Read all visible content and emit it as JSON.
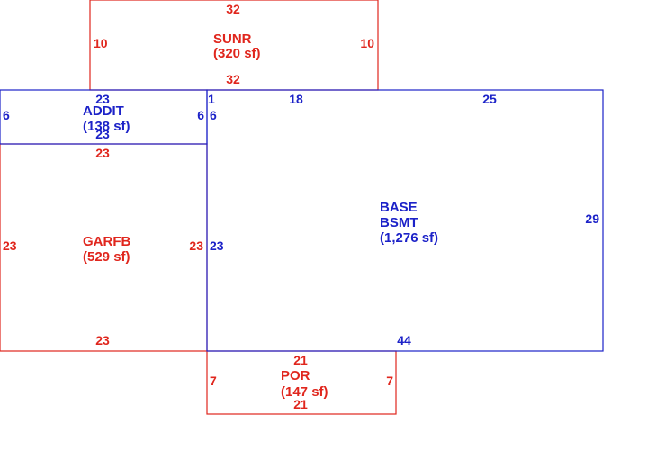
{
  "colors": {
    "red": "#e0261d",
    "blue": "#1c22c8",
    "background": "#ffffff"
  },
  "areas": {
    "sunr": {
      "name": "SUNR",
      "area": "(320 sf)",
      "color": "red",
      "dims": {
        "top": "32",
        "bottom": "32",
        "left": "10",
        "right": "10"
      }
    },
    "addit": {
      "name": "ADDIT",
      "area": "(138 sf)",
      "color": "blue",
      "dims": {
        "top": "23",
        "bottom": "23",
        "left": "6",
        "right": "6"
      }
    },
    "garfb": {
      "name": "GARFB",
      "area": "(529 sf)",
      "color": "red",
      "dims": {
        "top": "23",
        "bottom": "23",
        "left": "23",
        "right": "23"
      }
    },
    "base": {
      "name_line1": "BASE",
      "name_line2": "BSMT",
      "area": "(1,276 sf)",
      "color": "blue",
      "dims": {
        "top_a": "1",
        "top_b": "18",
        "top_c": "25",
        "left_top": "6",
        "left": "23",
        "right": "29",
        "bottom": "44"
      }
    },
    "por": {
      "name": "POR",
      "area": "(147 sf)",
      "color": "red",
      "dims": {
        "top": "21",
        "bottom": "21",
        "left": "7",
        "right": "7"
      }
    }
  }
}
